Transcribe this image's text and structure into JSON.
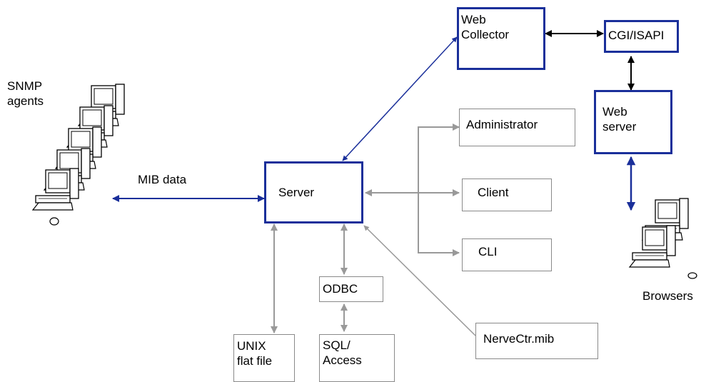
{
  "nodes": {
    "snmp_agents": "SNMP\nagents",
    "mib_data": "MIB data",
    "server": "Server",
    "web_collector": "Web\nCollector",
    "cgi_isapi": "CGI/ISAPI",
    "web_server": "Web\nserver",
    "administrator": "Administrator",
    "client": "Client",
    "cli": "CLI",
    "odbc": "ODBC",
    "unix_flat_file": "UNIX\nflat file",
    "sql_access": "SQL/\nAccess",
    "nervectr_mib": "NerveCtr.mib",
    "browsers": "Browsers"
  },
  "colors": {
    "blue": "#1a2f9a",
    "gray": "#999999",
    "black": "#000000"
  },
  "icons": {
    "agents": "computer-workstations-icon",
    "browsers": "computer-workstations-icon"
  }
}
